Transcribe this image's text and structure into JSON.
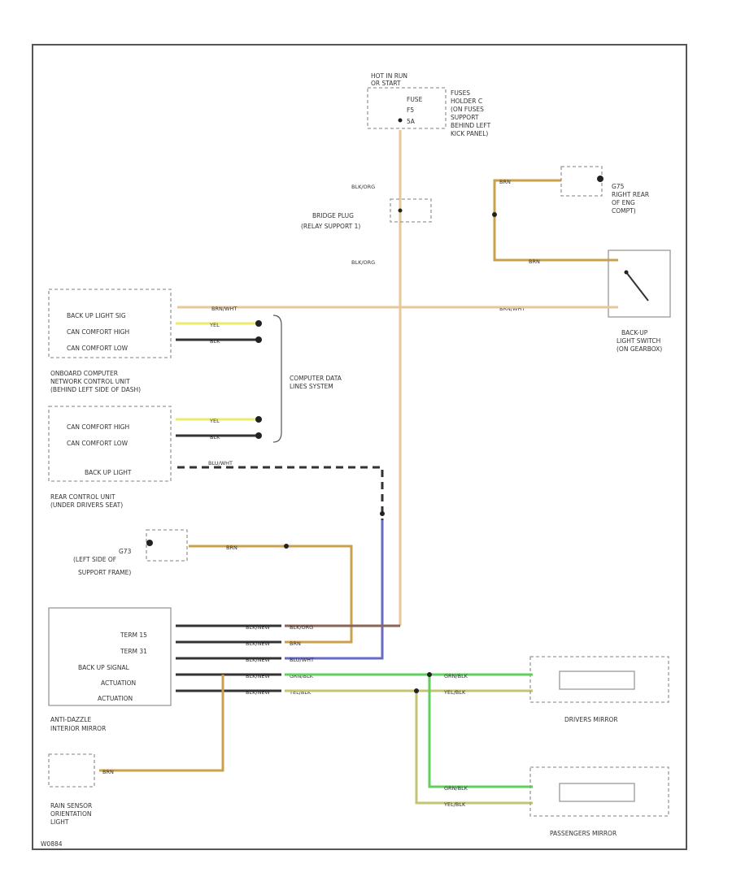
{
  "fuse_block": {
    "hot_label_1": "HOT IN RUN",
    "hot_label_2": "OR START",
    "pin_1": "FUSE",
    "pin_2": "F5",
    "pin_3": "5A",
    "desc": [
      "FUSES",
      "HOLDER C",
      "(ON FUSES",
      "SUPPORT",
      "BEHIND LEFT",
      "KICK PANEL)"
    ]
  },
  "bridge": {
    "wire_top": "BLK/ORG",
    "wire_bottom": "BLK/ORG",
    "label_1": "BRIDGE PLUG",
    "label_2": "(RELAY SUPPORT 1)"
  },
  "ground_right": {
    "wire": "BRN",
    "desc": [
      "G75",
      "RIGHT REAR",
      "OF ENG",
      "COMPT)"
    ]
  },
  "backup_switch": {
    "wire_in": "BRN",
    "wire_out": "BRN/WHT",
    "desc": [
      "BACK-UP",
      "LIGHT SWITCH",
      "(ON GEARBOX)"
    ]
  },
  "onboard_unit": {
    "rows": [
      "BACK UP LIGHT SIG",
      "CAN COMFORT HIGH",
      "CAN COMFORT LOW"
    ],
    "wires": [
      "BRN/WHT",
      "YEL",
      "BLK"
    ],
    "desc": [
      "ONBOARD COMPUTER",
      "NETWORK CONTROL UNIT",
      "(BEHIND LEFT SIDE OF DASH)"
    ]
  },
  "data_lines": [
    "COMPUTER DATA",
    "LINES SYSTEM"
  ],
  "rear_unit": {
    "rows": [
      "CAN COMFORT HIGH",
      "CAN COMFORT LOW",
      "BACK UP LIGHT"
    ],
    "wires": [
      "YEL",
      "BLK",
      "BLU/WHT"
    ],
    "desc": [
      "REAR CONTROL UNIT",
      "(UNDER DRIVERS SEAT)"
    ]
  },
  "ground_left": {
    "wire": "BRN",
    "desc": [
      "G73",
      "(LEFT SIDE OF",
      "SUPPORT FRAME)"
    ]
  },
  "mirror": {
    "rows": [
      "TERM 15",
      "TERM 31",
      "BACK UP SIGNAL",
      "ACTUATION",
      "ACTUATION"
    ],
    "wires_left": [
      "BLK/NEW",
      "BLK/NEW",
      "BLK/NEW",
      "BLK/NEW",
      "BLK/NEW"
    ],
    "wires_right": [
      "BLK/ORG",
      "BRN",
      "BLU/WHT",
      "GRN/BLK",
      "YEL/BLK"
    ],
    "desc": [
      "ANTI-DAZZLE",
      "INTERIOR MIRROR"
    ]
  },
  "rain_sensor": {
    "wire": "BRN",
    "desc": [
      "RAIN SENSOR",
      "ORIENTATION",
      "LIGHT"
    ]
  },
  "driver_mirror": {
    "wires": [
      "GRN/BLK",
      "YEL/BLK"
    ],
    "label": "DRIVERS MIRROR"
  },
  "pass_mirror": {
    "wires": [
      "GRN/BLK",
      "YEL/BLK"
    ],
    "label": "PASSENGERS MIRROR"
  },
  "footer_code": "W0884"
}
